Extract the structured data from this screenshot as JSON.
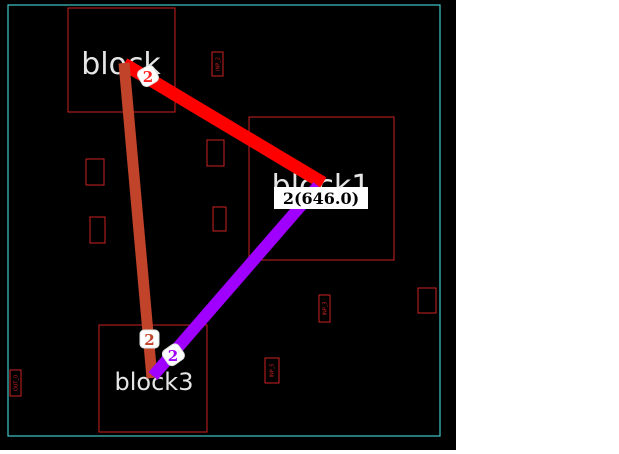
{
  "blocks": [
    {
      "id": "block-top",
      "label": "block"
    },
    {
      "id": "block1",
      "label": "block1"
    },
    {
      "id": "block3",
      "label": "block3"
    }
  ],
  "nets": [
    {
      "id": "net-red",
      "color": "#ff0000",
      "label": "2",
      "weight_label": "2(646.0)"
    },
    {
      "id": "net-brown",
      "color": "#c0432a",
      "label": "2"
    },
    {
      "id": "net-purple",
      "color": "#a000ff",
      "label": "2"
    }
  ],
  "pins": [
    {
      "id": "pin-1",
      "label": "INP_2"
    },
    {
      "id": "pin-2",
      "label": "INP_3"
    },
    {
      "id": "pin-3",
      "label": "INP_5"
    },
    {
      "id": "pin-4",
      "label": "OUT_0"
    }
  ],
  "colors": {
    "background": "#000000",
    "die_border": "#40c8c8",
    "block_outline": "#cc2222",
    "label": "#e6e6e6"
  }
}
